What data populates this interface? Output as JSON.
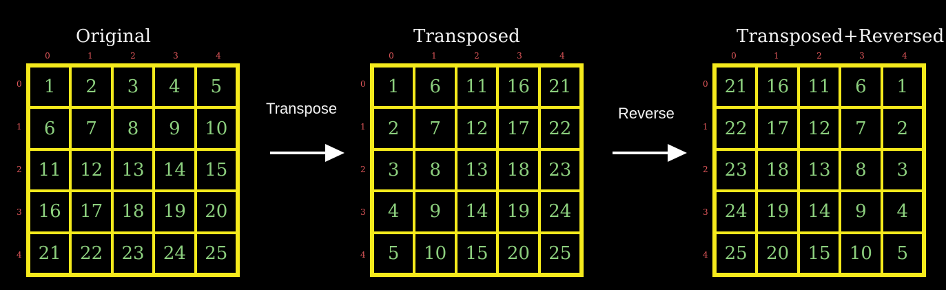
{
  "colors": {
    "background": "#000000",
    "grid_line": "#f5ea1c",
    "cell_text": "#8ccf7e",
    "index_text": "#e0575a",
    "title_text": "#f2f2f2"
  },
  "panels": [
    {
      "title": "Original",
      "col_indices": [
        "0",
        "1",
        "2",
        "3",
        "4"
      ],
      "row_indices": [
        "0",
        "1",
        "2",
        "3",
        "4"
      ],
      "rows": [
        [
          "1",
          "2",
          "3",
          "4",
          "5"
        ],
        [
          "6",
          "7",
          "8",
          "9",
          "10"
        ],
        [
          "11",
          "12",
          "13",
          "14",
          "15"
        ],
        [
          "16",
          "17",
          "18",
          "19",
          "20"
        ],
        [
          "21",
          "22",
          "23",
          "24",
          "25"
        ]
      ]
    },
    {
      "title": "Transposed",
      "col_indices": [
        "0",
        "1",
        "2",
        "3",
        "4"
      ],
      "row_indices": [
        "0",
        "1",
        "2",
        "3",
        "4"
      ],
      "rows": [
        [
          "1",
          "6",
          "11",
          "16",
          "21"
        ],
        [
          "2",
          "7",
          "12",
          "17",
          "22"
        ],
        [
          "3",
          "8",
          "13",
          "18",
          "23"
        ],
        [
          "4",
          "9",
          "14",
          "19",
          "24"
        ],
        [
          "5",
          "10",
          "15",
          "20",
          "25"
        ]
      ]
    },
    {
      "title": "Transposed+Reversed",
      "col_indices": [
        "0",
        "1",
        "2",
        "3",
        "4"
      ],
      "row_indices": [
        "0",
        "1",
        "2",
        "3",
        "4"
      ],
      "rows": [
        [
          "21",
          "16",
          "11",
          "6",
          "1"
        ],
        [
          "22",
          "17",
          "12",
          "7",
          "2"
        ],
        [
          "23",
          "18",
          "13",
          "8",
          "3"
        ],
        [
          "24",
          "19",
          "14",
          "9",
          "4"
        ],
        [
          "25",
          "20",
          "15",
          "10",
          "5"
        ]
      ]
    }
  ],
  "operations": [
    {
      "label": "Transpose",
      "icon": "right-arrow-icon"
    },
    {
      "label": "Reverse",
      "icon": "right-arrow-icon"
    }
  ]
}
